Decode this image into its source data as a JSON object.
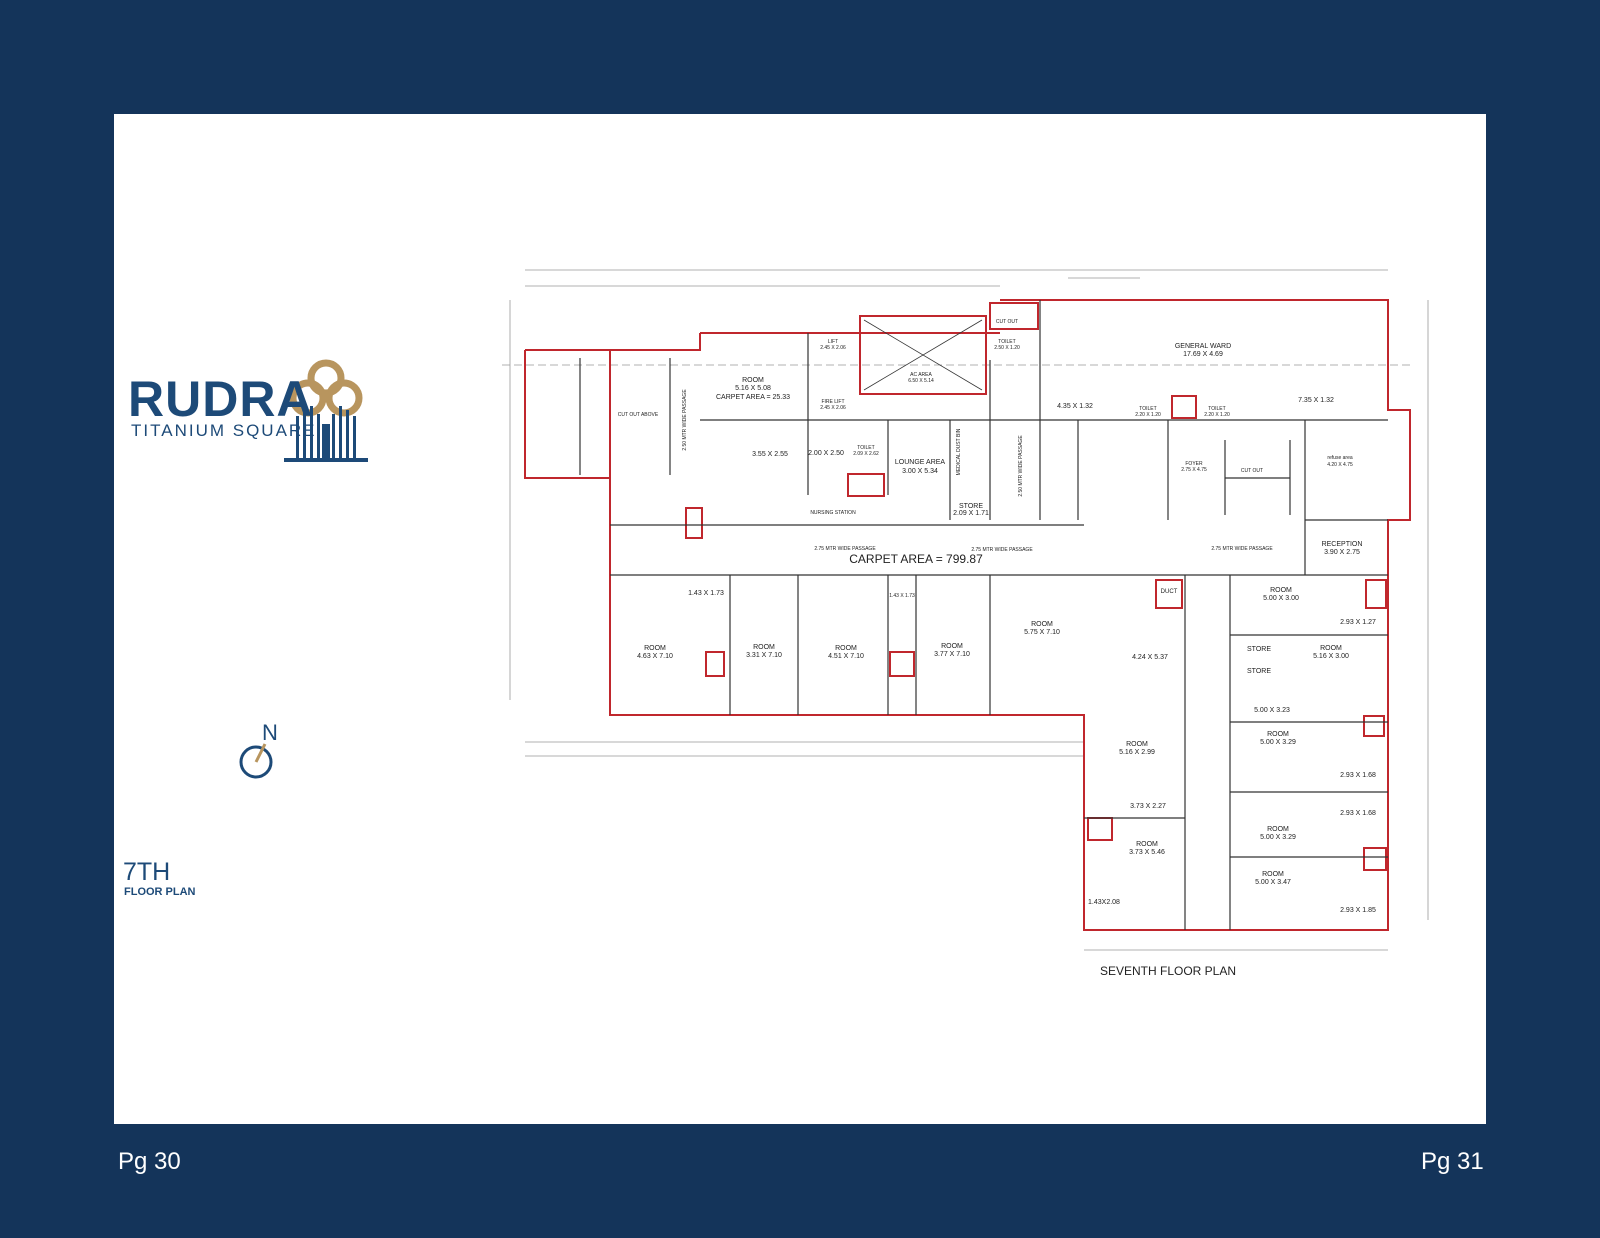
{
  "brand": {
    "name": "RUDRA",
    "tagline": "TITANIUM SQUARE",
    "colors": {
      "gold": "#b8955e",
      "navy": "#1d4a78",
      "background": "#14345a"
    }
  },
  "floor": {
    "title": "7TH",
    "subtitle": "FLOOR PLAN"
  },
  "compass": {
    "label": "N"
  },
  "pages": {
    "left": "Pg 30",
    "right": "Pg 31"
  },
  "plan": {
    "caption": "SEVENTH FLOOR PLAN",
    "carpet_area": "CARPET AREA = 799.87",
    "rooms": [
      {
        "label": "ROOM",
        "size": "5.16 X 5.08"
      },
      {
        "label": "CARPET AREA = 25.33",
        "size": ""
      },
      {
        "label": "LIFT",
        "size": "2.45 X 2.06"
      },
      {
        "label": "FIRE LIFT",
        "size": "2.45 X 2.06"
      },
      {
        "label": "AC AREA",
        "size": "6.50 X 5.14"
      },
      {
        "label": "TOILET",
        "size": "2.50 X 1.20"
      },
      {
        "label": "GENERAL WARD",
        "size": "17.69 X 4.69"
      },
      {
        "label": "LOUNGE AREA",
        "size": "3.00 X 5.34"
      },
      {
        "label": "STORE",
        "size": "2.09 X 1.71"
      },
      {
        "label": "TOILET",
        "size": "2.09 X 2.62"
      },
      {
        "label": "NURSING STATION",
        "size": ""
      },
      {
        "label": "TOILET",
        "size": "2.20 X 1.20"
      },
      {
        "label": "TOILET",
        "size": "2.20 X 1.20"
      },
      {
        "label": "FOYER",
        "size": "2.75 X 4.75"
      },
      {
        "label": "refuse area",
        "size": "4.20 X 4.75"
      },
      {
        "label": "RECEPTION",
        "size": "3.90 X 2.75"
      },
      {
        "label": "ROOM",
        "size": "4.63 X 7.10"
      },
      {
        "label": "ROOM",
        "size": "3.31 X 7.10"
      },
      {
        "label": "ROOM",
        "size": "4.51 X 7.10"
      },
      {
        "label": "ROOM",
        "size": "3.77 X 7.10"
      },
      {
        "label": "ROOM",
        "size": "5.75 X 7.10"
      },
      {
        "label": "ROOM",
        "size": "5.00 X 3.00"
      },
      {
        "label": "ROOM",
        "size": "5.16 X 3.00"
      },
      {
        "label": "ROOM",
        "size": "5.00 X 3.29"
      },
      {
        "label": "ROOM",
        "size": "5.00 X 3.29"
      },
      {
        "label": "ROOM",
        "size": "5.00 X 3.47"
      },
      {
        "label": "ROOM",
        "size": "5.16 X 2.99"
      },
      {
        "label": "ROOM",
        "size": "3.73 X 5.46"
      }
    ],
    "dims": [
      "3.55 X 2.55",
      "2.00 X 2.50",
      "4.35 X 1.32",
      "7.35 X 1.32",
      "1.43 X 1.73",
      "1.43 X 1.73",
      "4.24 X 5.37",
      "2.93 X 1.27",
      "5.00 X 3.23",
      "2.93 X 1.68",
      "2.93 X 1.68",
      "2.93 X 1.85",
      "3.73 X 2.27",
      "1.43X2.08"
    ],
    "passages": [
      "2.75 MTR WIDE PASSAGE",
      "2.75 MTR WIDE PASSAGE",
      "2.75 MTR WIDE PASSAGE",
      "2.50 MTR WIDE PASSAGE",
      "2.50 MTR WIDE PASSAGE"
    ],
    "stores": [
      "STORE",
      "STORE"
    ],
    "misc": [
      "MEDICAL DUST BIN",
      "CUT OUT",
      "CUT OUT ABOVE",
      "DUCT"
    ]
  }
}
